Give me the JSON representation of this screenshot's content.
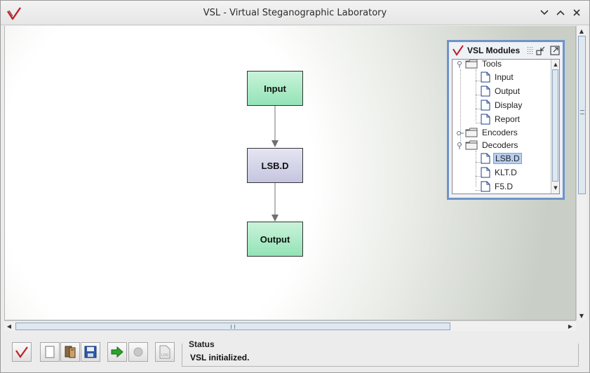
{
  "window": {
    "title": "VSL - Virtual Steganographic Laboratory",
    "controls": [
      "minimize",
      "maximize",
      "close"
    ]
  },
  "canvas": {
    "nodes": [
      {
        "id": "input",
        "label": "Input",
        "kind": "io"
      },
      {
        "id": "lsb",
        "label": "LSB.D",
        "kind": "module"
      },
      {
        "id": "output",
        "label": "Output",
        "kind": "io"
      }
    ],
    "connections": [
      [
        "input",
        "lsb"
      ],
      [
        "lsb",
        "output"
      ]
    ]
  },
  "modules_panel": {
    "title": "VSL Modules",
    "tree": [
      {
        "label": "Tools",
        "type": "folder",
        "expanded": true
      },
      {
        "label": "Input",
        "type": "file"
      },
      {
        "label": "Output",
        "type": "file"
      },
      {
        "label": "Display",
        "type": "file"
      },
      {
        "label": "Report",
        "type": "file"
      },
      {
        "label": "Encoders",
        "type": "folder",
        "expanded": false
      },
      {
        "label": "Decoders",
        "type": "folder",
        "expanded": true
      },
      {
        "label": "LSB.D",
        "type": "file",
        "selected": true
      },
      {
        "label": "KLT.D",
        "type": "file"
      },
      {
        "label": "F5.D",
        "type": "file"
      }
    ]
  },
  "toolbar": {
    "buttons": [
      "vsl-logo",
      "new-document",
      "open-project",
      "save",
      "run",
      "stop",
      "log"
    ]
  },
  "status": {
    "title": "Status",
    "message": "VSL initialized."
  },
  "colors": {
    "brand": "#c0202a",
    "node_io": "#a8ebc4",
    "node_module": "#d2d2e8",
    "panel_border": "#6f93c9",
    "run_green": "#2aa52a"
  }
}
